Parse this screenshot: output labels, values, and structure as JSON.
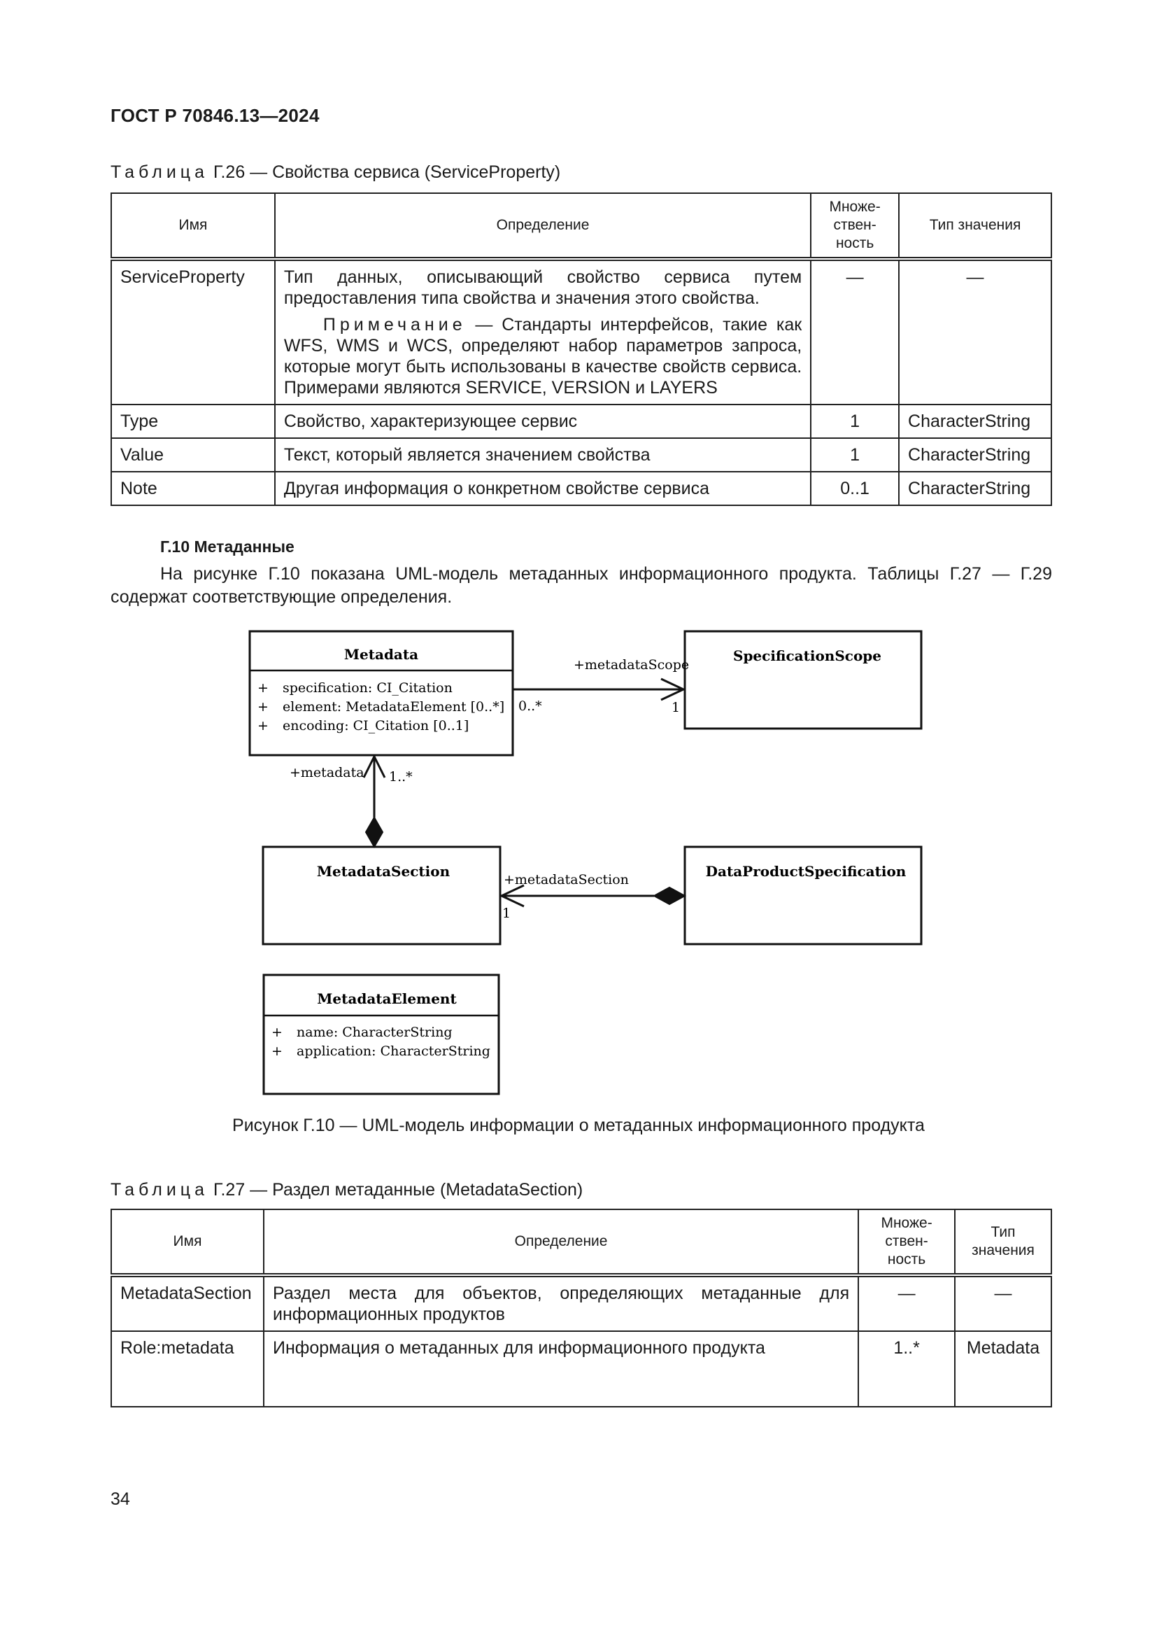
{
  "header": {
    "doc_id": "ГОСТ Р 70846.13—2024"
  },
  "table26": {
    "caption_prefix": "Таблица",
    "caption_rest": " Г.26 — Свойства сервиса (ServiceProperty)",
    "head": {
      "name": "Имя",
      "definition": "Определение",
      "multiplicity": "Множе-ствен-ность",
      "type": "Тип значения"
    },
    "rows": [
      {
        "name": "ServiceProperty",
        "definition": "Тип данных, описывающий свойство сервиса путем предоставления типа свойства и значения этого свойства.",
        "note_label": "Примечание",
        "note_text": " — Стандарты интерфейсов, такие как WFS, WMS и WCS, определяют набор параметров запроса, которые могут быть использованы в качестве свойств сервиса. Примерами являются SERVICE, VERSION и LAYERS",
        "multiplicity": "—",
        "type": "—"
      },
      {
        "name": "Type",
        "definition": "Свойство, характеризующее сервис",
        "multiplicity": "1",
        "type": "CharacterString"
      },
      {
        "name": "Value",
        "definition": "Текст, который является значением свойства",
        "multiplicity": "1",
        "type": "CharacterString"
      },
      {
        "name": "Note",
        "definition": "Другая информация о конкретном свойстве сервиса",
        "multiplicity": "0..1",
        "type": "CharacterString"
      }
    ]
  },
  "section": {
    "title": "Г.10 Метаданные",
    "paragraph": "На рисунке Г.10 показана UML-модель метаданных информационного продукта. Таблицы Г.27 — Г.29 содержат соответствующие определения."
  },
  "uml": {
    "metadata": {
      "name": "Metadata",
      "attrs": [
        "+",
        "specification: CI_Citation",
        "+",
        "element: MetadataElement [0..*]",
        "+",
        "encoding: CI_Citation [0..1]"
      ]
    },
    "spec_scope": {
      "name": "SpecificationScope"
    },
    "metadata_section": {
      "name": "MetadataSection"
    },
    "dps": {
      "name": "DataProductSpecification"
    },
    "metadata_element": {
      "name": "MetadataElement",
      "attrs": [
        "+",
        "name: CharacterString",
        "+",
        "application: CharacterString"
      ]
    },
    "assoc_scope": {
      "role": "+metadataScope",
      "src_mult": "0..*",
      "dst_mult": "1"
    },
    "assoc_metadata": {
      "role": "+metadata",
      "mult": "1..*"
    },
    "assoc_section": {
      "role": "+metadataSection",
      "mult": "1"
    }
  },
  "figure": {
    "caption": "Рисунок Г.10 — UML-модель информации о метаданных информационного продукта"
  },
  "table27": {
    "caption_prefix": "Таблица",
    "caption_rest": " Г.27 — Раздел метаданные (MetadataSection)",
    "head": {
      "name": "Имя",
      "definition": "Определение",
      "multiplicity": "Множе-ствен-ность",
      "type": "Тип значения"
    },
    "rows": [
      {
        "name": "MetadataSection",
        "definition": "Раздел места для объектов, определяющих метаданные для информационных продуктов",
        "multiplicity": "—",
        "type": "—"
      },
      {
        "name": "Role:metadata",
        "definition": "Информация о метаданных для информационного продукта",
        "multiplicity": "1..*",
        "type": "Metadata"
      }
    ]
  },
  "page_number": "34"
}
